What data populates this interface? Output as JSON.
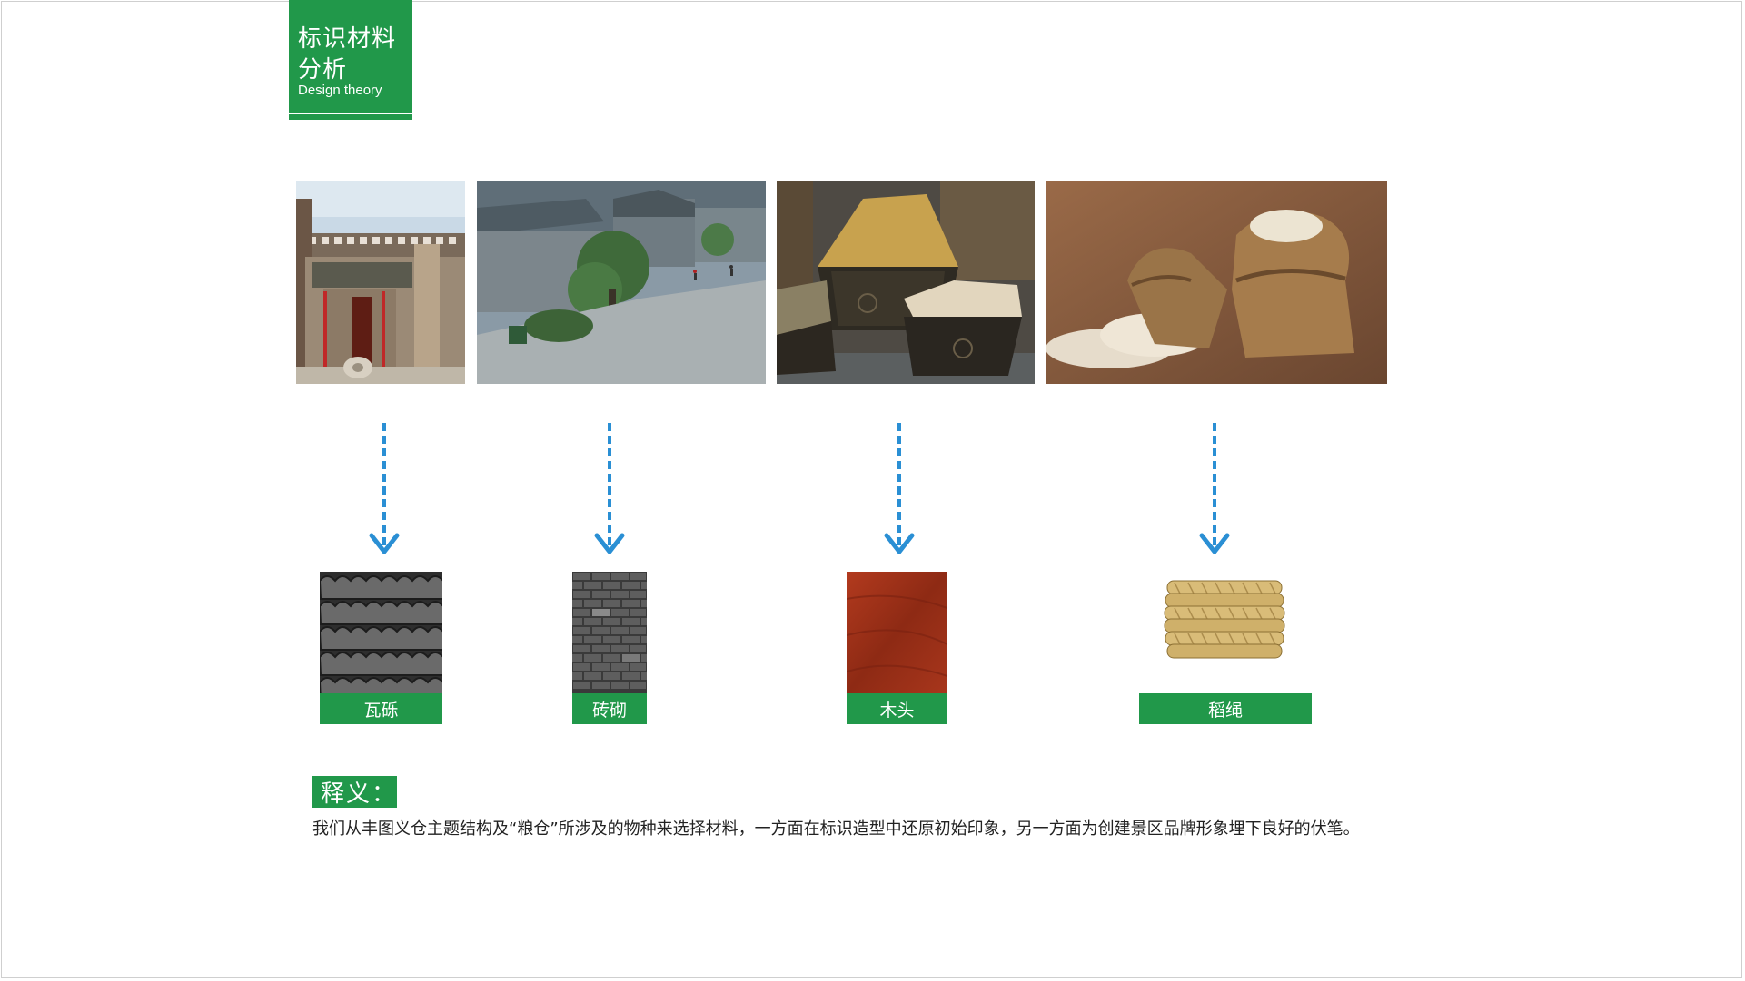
{
  "header": {
    "title_line1": "标识材料",
    "title_line2": "分析",
    "subtitle": "Design theory"
  },
  "colors": {
    "brand_green": "#21984a",
    "arrow_blue": "#2a8fd4"
  },
  "materials": [
    {
      "label": "瓦砾"
    },
    {
      "label": "砖砌"
    },
    {
      "label": "木头"
    },
    {
      "label": "稻绳"
    }
  ],
  "explanation": {
    "heading": "释义：",
    "body": "我们从丰图义仓主题结构及“粮仓”所涉及的物种来选择材料，一方面在标识造型中还原初始印象，另一方面为创建景区品牌形象埋下良好的伏笔。"
  }
}
